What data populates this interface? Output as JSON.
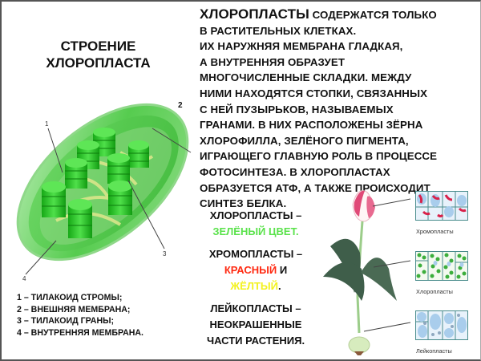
{
  "title": {
    "line1": "СТРОЕНИЕ",
    "line2": "ХЛОРОПЛАСТА"
  },
  "description": {
    "lead": "ХЛОРОПЛАСТЫ",
    "lines": [
      " СОДЕРЖАТСЯ ТОЛЬКО",
      "В РАСТИТЕЛЬНЫХ КЛЕТКАХ.",
      "ИХ НАРУЖНЯЯ МЕМБРАНА ГЛАДКАЯ,",
      "А ВНУТРЕННЯЯ ОБРАЗУЕТ",
      "МНОГОЧИСЛЕННЫЕ СКЛАДКИ. МЕЖДУ",
      "НИМИ НАХОДЯТСЯ СТОПКИ, СВЯЗАННЫХ",
      "С НЕЙ ПУЗЫРЬКОВ, НАЗЫВАЕМЫХ",
      "ГРАНАМИ. В НИХ РАСПОЛОЖЕНЫ ЗЁРНА",
      "ХЛОРОФИЛЛА, ЗЕЛЁНОГО ПИГМЕНТА,",
      "ИГРАЮЩЕГО ГЛАВНУЮ РОЛЬ В ПРОЦЕССЕ",
      "ФОТОСИНТЕЗА. В ХЛОРОПЛАСТАХ",
      "ОБРАЗУЕТСЯ АТФ, А ТАКЖЕ ПРОИСХОДИТ",
      "СИНТЕЗ БЕЛКА."
    ]
  },
  "diagram": {
    "labels": [
      "1",
      "2",
      "3",
      "4"
    ]
  },
  "legend": {
    "items": [
      "1 – ТИЛАКОИД СТРОМЫ;",
      "2 – ВНЕШНЯЯ МЕМБРАНА;",
      "3 – ТИЛАКОИД ГРАНЫ;",
      "4 – ВНУТРЕННЯЯ МЕМБРАНА."
    ]
  },
  "summary": {
    "chloro_title": "ХЛОРОПЛАСТЫ –",
    "chloro_color": "ЗЕЛЁНЫЙ ЦВЕТ.",
    "chromo_title": "ХРОМОПЛАСТЫ –",
    "chromo_red": "КРАСНЫЙ",
    "chromo_and": " И",
    "chromo_yellow": "ЖЁЛТЫЙ",
    "chromo_dot": ".",
    "leuco_title": "ЛЕЙКОПЛАСТЫ –",
    "leuco_line2": "НЕОКРАШЕННЫЕ",
    "leuco_line3": "ЧАСТИ РАСТЕНИЯ."
  },
  "cells": {
    "chromoplasts": "Хромопласты",
    "chloroplasts": "Хлоропласты",
    "leucoplasts": "Лейкопласты"
  },
  "colors": {
    "green_text": "#5ae24b",
    "red_text": "#ff2a12",
    "yellow_text": "#f3f21e",
    "chloroplast_green": "#2fbf2f"
  }
}
